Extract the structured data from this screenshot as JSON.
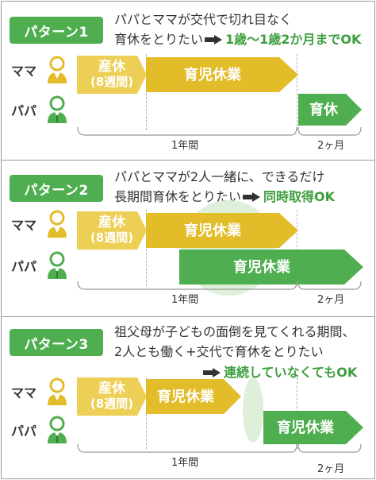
{
  "patterns": [
    {
      "badge": "パターン1",
      "desc_line1": "パパとママが交代で切れ目なく",
      "desc_line2": "育休をとりたい",
      "result": "1歳〜1歳2か月までOK"
    },
    {
      "badge": "パターン2",
      "desc_line1": "パパとママが2人一緒に、できるだけ",
      "desc_line2": "長期間育休をとりたい",
      "result": "同時取得OK"
    },
    {
      "badge": "パターン3",
      "desc_line1": "祖父母が子どもの面倒を見てくれる期間、",
      "desc_line2": "2人とも働く+交代で育休をとりたい",
      "result": "連続していなくてもOK"
    }
  ],
  "labels": {
    "mama": "ママ",
    "papa": "パパ",
    "sanKyu1": "産休",
    "sanKyu2": "(8週間)",
    "ikujiKyugyo": "育児休業",
    "ikuKyu": "育休",
    "oneYear": "1年間",
    "twoMonths": "2ヶ月"
  },
  "colors": {
    "green": "#4fae4f",
    "yellow": "#e3bc2a",
    "yellow_light": "#edcf55"
  }
}
